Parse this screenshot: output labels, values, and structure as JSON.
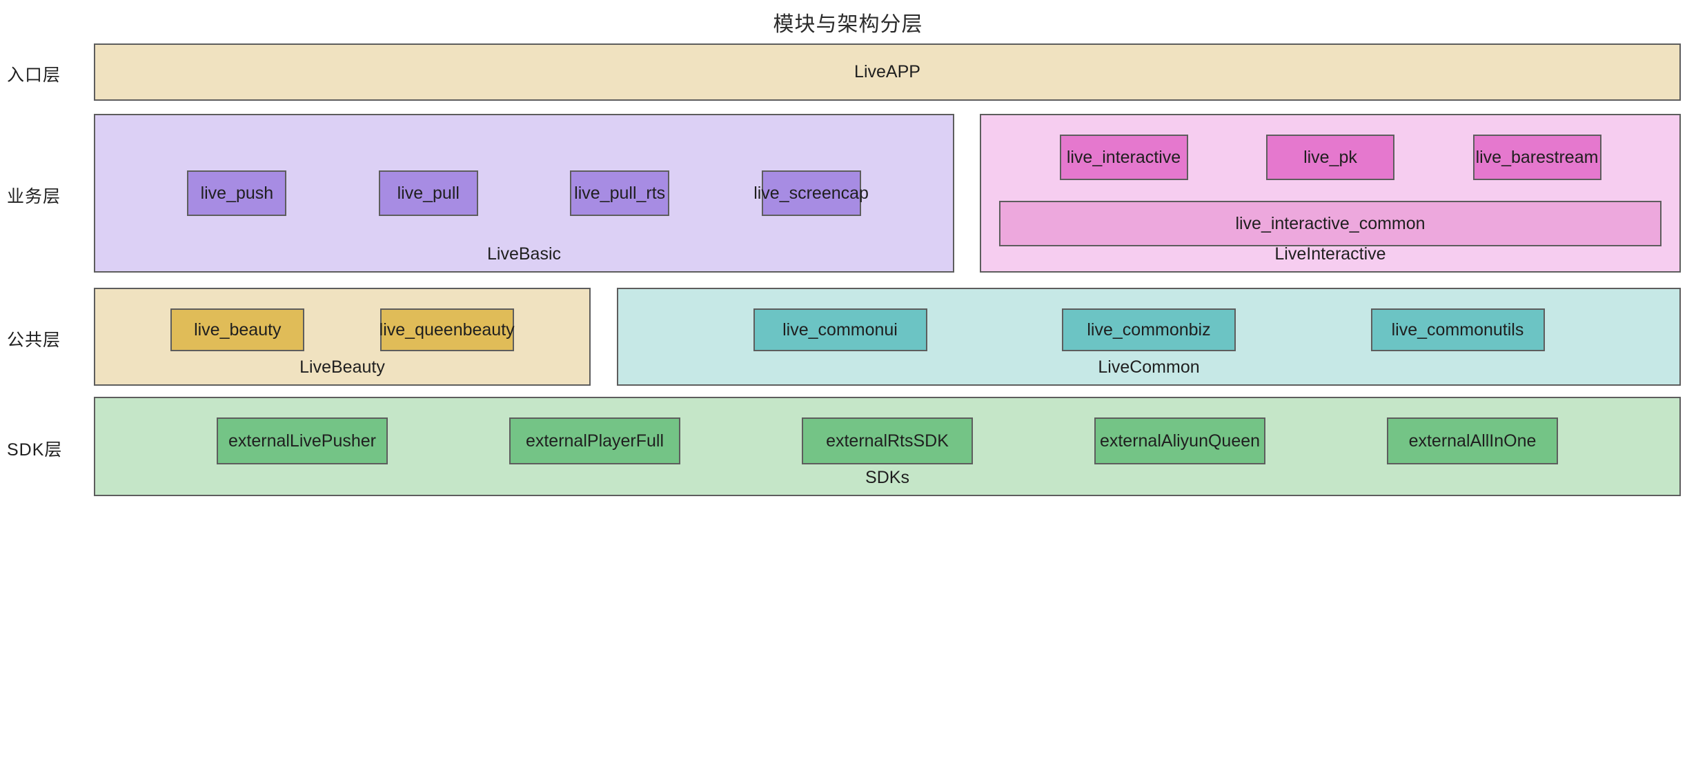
{
  "title": "模块与架构分层",
  "layers": [
    {
      "id": "entry",
      "label": "入口层",
      "groups": [
        {
          "id": "liveapp",
          "name": "LiveAPP",
          "kind": "single-box",
          "color": "#f0e2c0",
          "modules": []
        }
      ]
    },
    {
      "id": "business",
      "label": "业务层",
      "groups": [
        {
          "id": "livebasic",
          "name": "LiveBasic",
          "kind": "group",
          "color": "#dcd0f5",
          "module_color": "#a78ce3",
          "modules": [
            {
              "name": "live_push"
            },
            {
              "name": "live_pull"
            },
            {
              "name": "live_pull_rts"
            },
            {
              "name": "live_screencap"
            }
          ]
        },
        {
          "id": "liveinteractive",
          "name": "LiveInteractive",
          "kind": "group",
          "color": "#f6cdf0",
          "module_color": "#e578ce",
          "modules": [
            {
              "name": "live_interactive"
            },
            {
              "name": "live_pk"
            },
            {
              "name": "live_barestream"
            }
          ],
          "wide_modules": [
            {
              "name": "live_interactive_common",
              "color": "#eda8dd"
            }
          ]
        }
      ]
    },
    {
      "id": "public",
      "label": "公共层",
      "groups": [
        {
          "id": "livebeauty",
          "name": "LiveBeauty",
          "kind": "group",
          "color": "#f0e2c0",
          "module_color": "#e0bc58",
          "modules": [
            {
              "name": "live_beauty"
            },
            {
              "name": "live_queenbeauty"
            }
          ]
        },
        {
          "id": "livecommon",
          "name": "LiveCommon",
          "kind": "group",
          "color": "#c6e8e6",
          "module_color": "#6cc4c4",
          "modules": [
            {
              "name": "live_commonui"
            },
            {
              "name": "live_commonbiz"
            },
            {
              "name": "live_commonutils"
            }
          ]
        }
      ]
    },
    {
      "id": "sdk",
      "label": "SDK层",
      "groups": [
        {
          "id": "sdks",
          "name": "SDKs",
          "kind": "group",
          "color": "#c5e6c8",
          "module_color": "#74c486",
          "modules": [
            {
              "name": "externalLivePusher"
            },
            {
              "name": "externalPlayerFull"
            },
            {
              "name": "externalRtsSDK"
            },
            {
              "name": "externalAliyunQueen"
            },
            {
              "name": "externalAllInOne"
            }
          ]
        }
      ]
    }
  ],
  "palette": {
    "border": "#5d5d5d",
    "text": "#1f1f1f",
    "background": "#ffffff"
  }
}
